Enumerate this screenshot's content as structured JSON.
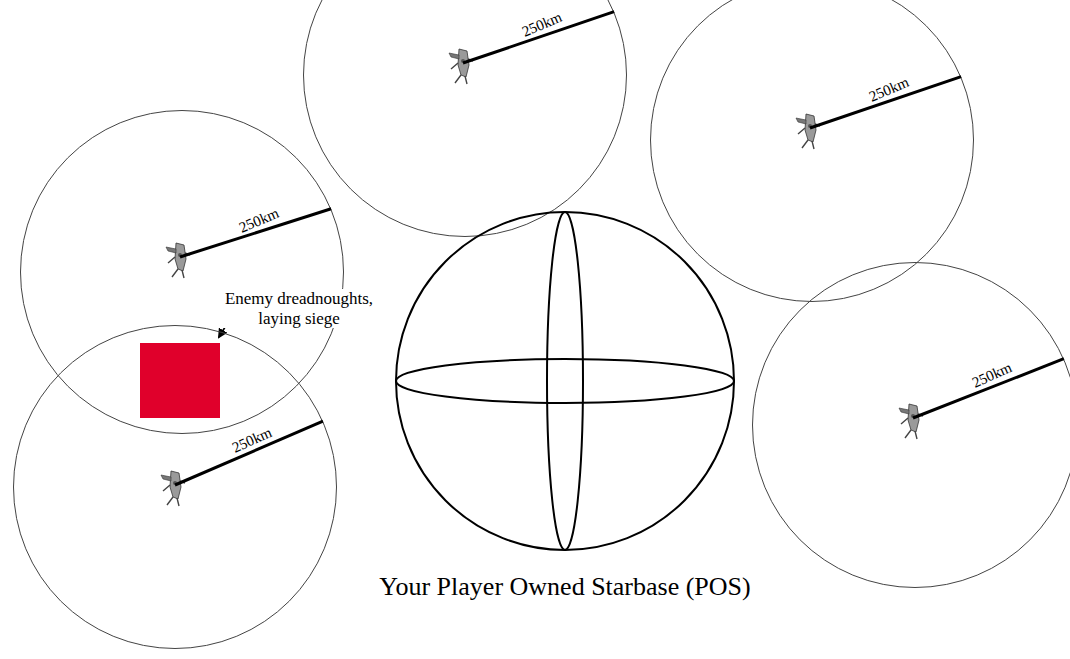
{
  "diagram": {
    "nodes": [
      {
        "text": [
          "250km"
        ]
      },
      {
        "text": [
          "250km"
        ]
      },
      {
        "text": [
          "250km"
        ]
      },
      {
        "text": [
          "Your Player Owned Starbase (POS)"
        ]
      },
      {
        "text": [
          "250km"
        ]
      },
      {
        "text": [
          "250km"
        ]
      }
    ],
    "labels": [
      "Enemy dreadnoughts, laying siege"
    ]
  }
}
